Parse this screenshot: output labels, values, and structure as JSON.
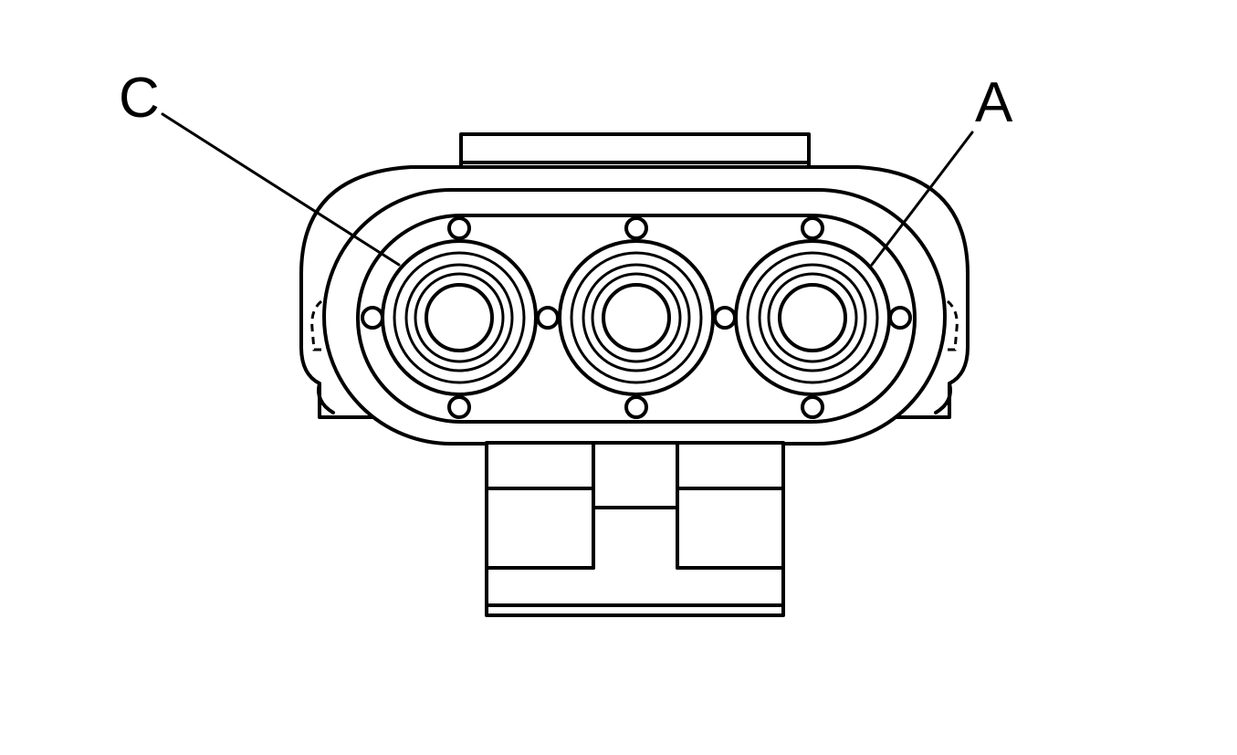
{
  "diagram": {
    "labels": {
      "left": "C",
      "right": "A"
    },
    "cavities": [
      {
        "id": "C"
      },
      {
        "id": "B"
      },
      {
        "id": "A"
      }
    ]
  }
}
